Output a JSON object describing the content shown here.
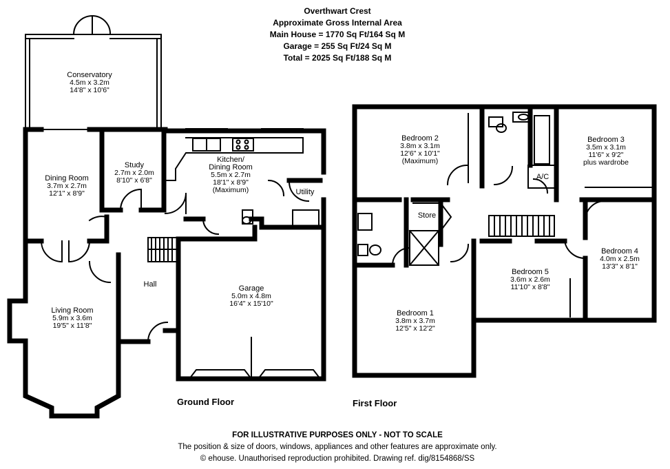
{
  "header": {
    "title": "Overthwart Crest",
    "subtitle": "Approximate Gross Internal Area",
    "main_house": "Main House = 1770 Sq Ft/164 Sq M",
    "garage": "Garage = 255 Sq Ft/24 Sq M",
    "total": "Total = 2025 Sq Ft/188 Sq M"
  },
  "floors": {
    "ground": "Ground Floor",
    "first": "First Floor"
  },
  "rooms": {
    "conservatory": {
      "name": "Conservatory",
      "metric": "4.5m x 3.2m",
      "imperial": "14'8\" x 10'6\""
    },
    "dining_room": {
      "name": "Dining Room",
      "metric": "3.7m x 2.7m",
      "imperial": "12'1\" x 8'9\""
    },
    "study": {
      "name": "Study",
      "metric": "2.7m x 2.0m",
      "imperial": "8'10\" x 6'8\""
    },
    "kitchen": {
      "name": "Kitchen/",
      "name2": "Dining Room",
      "metric": "5.5m x 2.7m",
      "imperial": "18'1\" x 8'9\"",
      "note": "(Maximum)"
    },
    "utility": {
      "name": "Utility"
    },
    "hall": {
      "name": "Hall"
    },
    "garage": {
      "name": "Garage",
      "metric": "5.0m x 4.8m",
      "imperial": "16'4\" x 15'10\""
    },
    "living_room": {
      "name": "Living Room",
      "metric": "5.9m x 3.6m",
      "imperial": "19'5\" x 11'8\""
    },
    "bedroom2": {
      "name": "Bedroom 2",
      "metric": "3.8m x 3.1m",
      "imperial": "12'6\" x 10'1\"",
      "note": "(Maximum)"
    },
    "bedroom3": {
      "name": "Bedroom 3",
      "metric": "3.5m x 3.1m",
      "imperial": "11'6\" x 9'2\"",
      "note": "plus wardrobe"
    },
    "ac": {
      "name": "A/C"
    },
    "store": {
      "name": "Store"
    },
    "bedroom4": {
      "name": "Bedroom 4",
      "metric": "4.0m x 2.5m",
      "imperial": "13'3\" x 8'1\""
    },
    "bedroom5": {
      "name": "Bedroom 5",
      "metric": "3.6m x 2.6m",
      "imperial": "11'10\" x 8'8\""
    },
    "bedroom1": {
      "name": "Bedroom 1",
      "metric": "3.8m x 3.7m",
      "imperial": "12'5\" x 12'2\""
    }
  },
  "footer": {
    "line1": "FOR ILLUSTRATIVE PURPOSES ONLY - NOT TO SCALE",
    "line2": "The position & size of doors, windows, appliances and other features are approximate only.",
    "line3": "© ehouse. Unauthorised reproduction prohibited. Drawing ref. dig/8154868/SS"
  }
}
